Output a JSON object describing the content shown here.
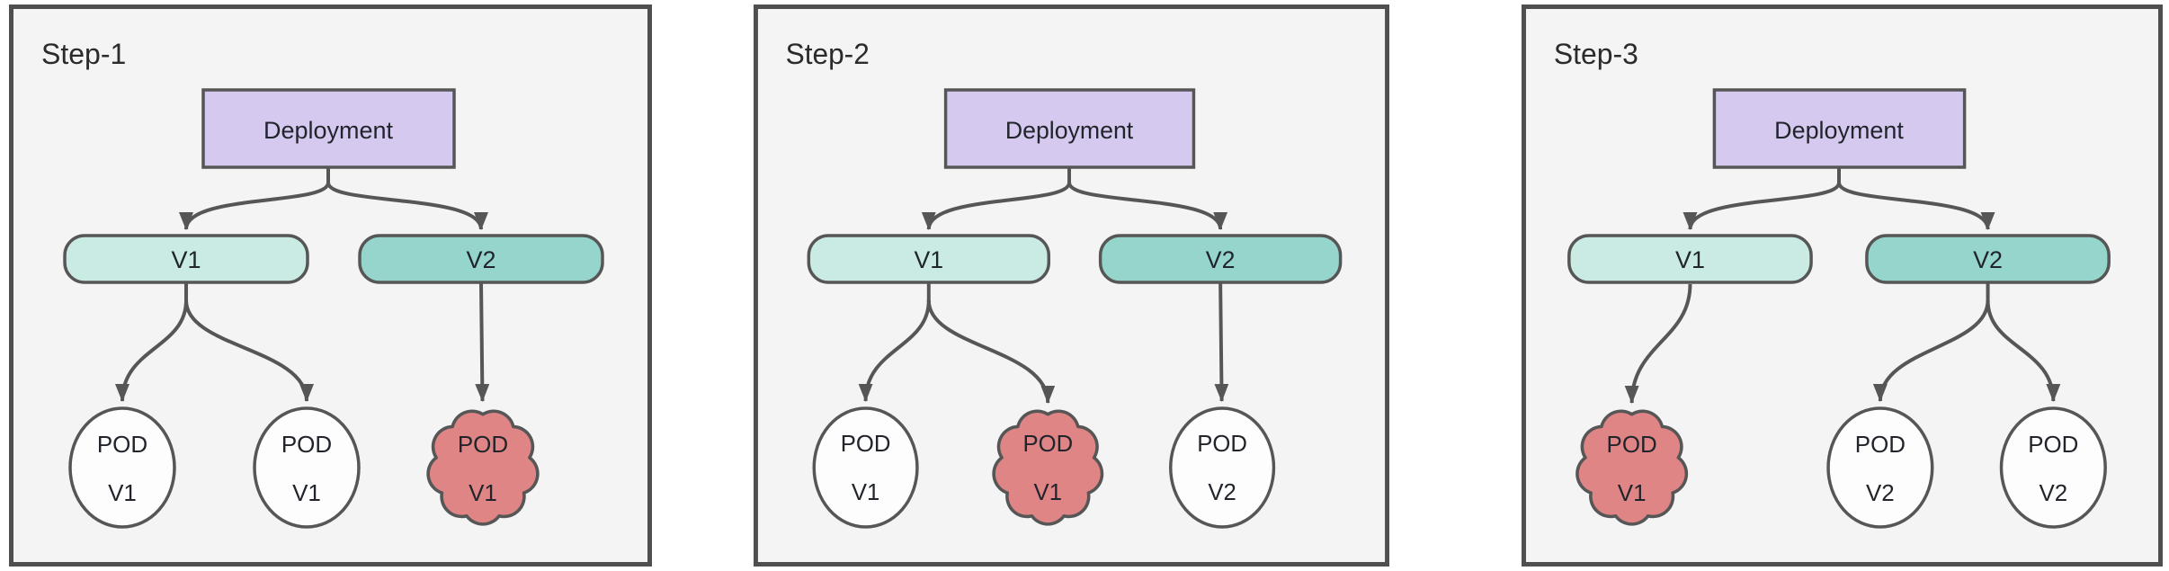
{
  "colors": {
    "page_bg": "#ffffff",
    "panel_bg": "#f4f4f4",
    "panel_border": "#4f4f4f",
    "deployment_fill": "#d6c9ef",
    "replicaset_v1_fill": "#c9ebe3",
    "replicaset_v2_fill": "#95d5cb",
    "pod_fill": "#fdfdfd",
    "pod_transition_fill": "#e08585",
    "edge_color": "#565656",
    "text_color": "#21252b",
    "title_color": "#2b2b2b"
  },
  "diagram": {
    "description": "Kubernetes deployment rolling update in three steps",
    "panels": [
      {
        "title": "Step-1",
        "deployment_label": "Deployment",
        "replicasets": [
          {
            "label": "V1"
          },
          {
            "label": "V2"
          }
        ],
        "pods": [
          {
            "line1": "POD",
            "line2": "V1",
            "shape": "ellipse",
            "parent": "V1"
          },
          {
            "line1": "POD",
            "line2": "V1",
            "shape": "ellipse",
            "parent": "V1"
          },
          {
            "line1": "POD",
            "line2": "V1",
            "shape": "cloud",
            "parent": "V2"
          }
        ]
      },
      {
        "title": "Step-2",
        "deployment_label": "Deployment",
        "replicasets": [
          {
            "label": "V1"
          },
          {
            "label": "V2"
          }
        ],
        "pods": [
          {
            "line1": "POD",
            "line2": "V1",
            "shape": "ellipse",
            "parent": "V1"
          },
          {
            "line1": "POD",
            "line2": "V1",
            "shape": "cloud",
            "parent": "V1"
          },
          {
            "line1": "POD",
            "line2": "V2",
            "shape": "ellipse",
            "parent": "V2"
          }
        ]
      },
      {
        "title": "Step-3",
        "deployment_label": "Deployment",
        "replicasets": [
          {
            "label": "V1"
          },
          {
            "label": "V2"
          }
        ],
        "pods": [
          {
            "line1": "POD",
            "line2": "V1",
            "shape": "cloud",
            "parent": "V1"
          },
          {
            "line1": "POD",
            "line2": "V2",
            "shape": "ellipse",
            "parent": "V2"
          },
          {
            "line1": "POD",
            "line2": "V2",
            "shape": "ellipse",
            "parent": "V2"
          }
        ]
      }
    ]
  }
}
